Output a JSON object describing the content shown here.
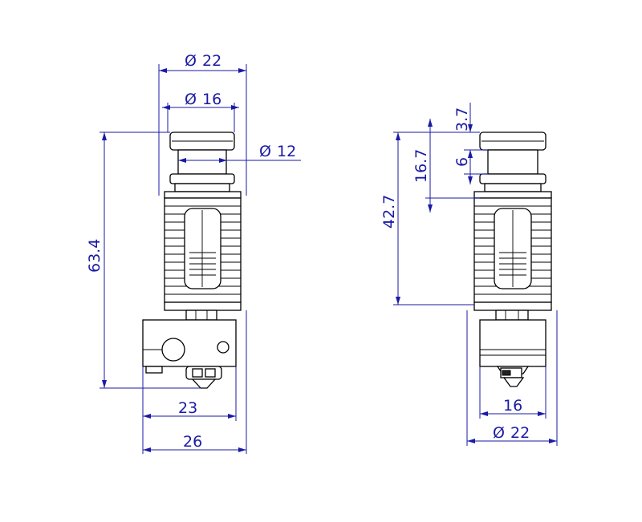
{
  "colors": {
    "dimension": "#1a1aa6",
    "outline": "#000000",
    "background": "#ffffff"
  },
  "left_view": {
    "dims": {
      "dia_22": "22",
      "dia_16": "16",
      "dia_12": "12",
      "height_63_4": "63.4",
      "width_23": "23",
      "width_26": "26"
    }
  },
  "right_view": {
    "dims": {
      "dim_3_7": "3.7",
      "dim_6": "6",
      "dim_16_7": "16.7",
      "dim_42_7": "42.7",
      "width_16": "16",
      "dia_22": "22"
    }
  },
  "symbols": {
    "diameter": "Ø"
  }
}
